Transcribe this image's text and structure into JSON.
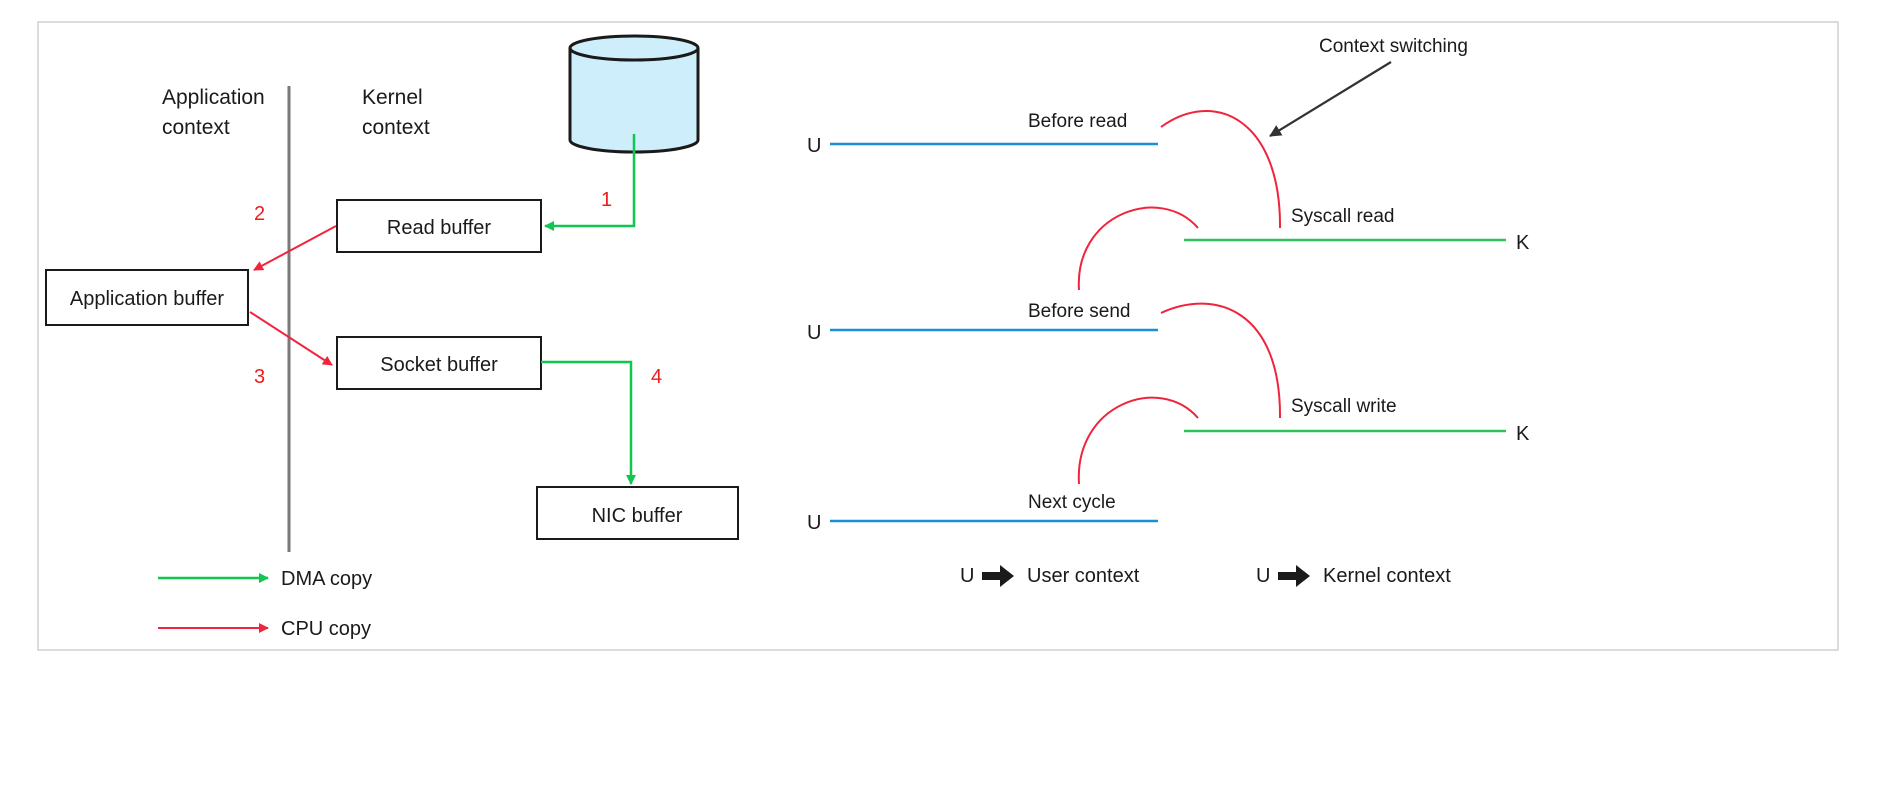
{
  "colors": {
    "dma": "#11c64f",
    "cpu": "#f0243c",
    "user_line": "#1a8fd6",
    "kernel_line": "#2bc45a",
    "disk_fill": "#cfeefc",
    "border": "#d0d0d0",
    "text": "#1a1a1a",
    "number": "#ee1c1c"
  },
  "left": {
    "application_context": [
      "Application",
      "context"
    ],
    "kernel_context": [
      "Kernel",
      "context"
    ],
    "boxes": {
      "read_buffer": "Read buffer",
      "application_buffer": "Application buffer",
      "socket_buffer": "Socket buffer",
      "nic_buffer": "NIC buffer"
    },
    "steps": [
      "1",
      "2",
      "3",
      "4"
    ],
    "legend": {
      "dma": "DMA copy",
      "cpu": "CPU copy"
    },
    "disk_icon": "disk-cylinder-icon"
  },
  "right": {
    "context_switching": "Context switching",
    "labels": {
      "before_read": "Before read",
      "syscall_read": "Syscall read",
      "before_send": "Before send",
      "syscall_write": "Syscall write",
      "next_cycle": "Next cycle"
    },
    "u": "U",
    "k": "K",
    "legend": {
      "user_prefix": "U",
      "user": "User context",
      "kernel_prefix": "U",
      "kernel": "Kernel context"
    }
  }
}
